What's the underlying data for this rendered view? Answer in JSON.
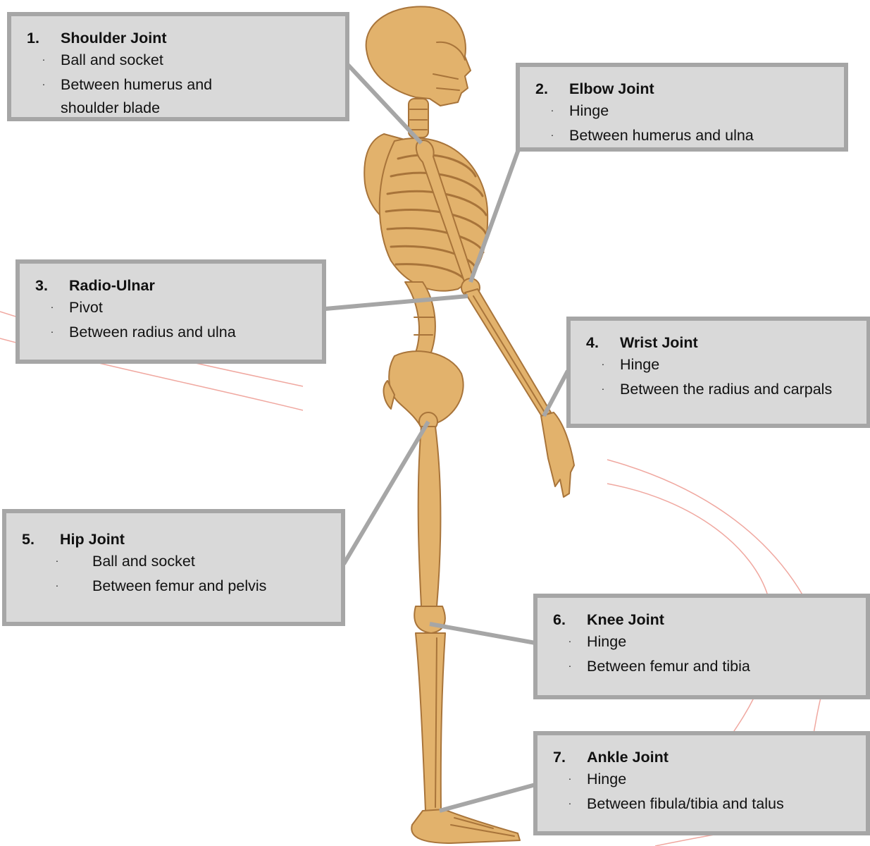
{
  "joints": [
    {
      "number": "1.",
      "title": "Shoulder Joint",
      "points": [
        "Ball and socket",
        "Between humerus and shoulder blade"
      ]
    },
    {
      "number": "2.",
      "title": "Elbow Joint",
      "points": [
        "Hinge",
        "Between humerus and ulna"
      ]
    },
    {
      "number": "3.",
      "title": "Radio-Ulnar",
      "points": [
        "Pivot",
        "Between radius and ulna"
      ]
    },
    {
      "number": "4.",
      "title": "Wrist Joint",
      "points": [
        "Hinge",
        "Between the radius and carpals"
      ]
    },
    {
      "number": "5.",
      "title": "Hip Joint",
      "points": [
        "Ball and socket",
        "Between femur and pelvis"
      ]
    },
    {
      "number": "6.",
      "title": "Knee Joint",
      "points": [
        "Hinge",
        "Between femur and tibia"
      ]
    },
    {
      "number": "7.",
      "title": "Ankle Joint",
      "points": [
        "Hinge",
        "Between fibula/tibia and talus"
      ]
    }
  ],
  "bullet_glyph": "·",
  "colors": {
    "box_fill": "#d9d9d9",
    "box_border": "#a6a6a6",
    "leader_line": "#a6a6a6",
    "bone": "#e2b26c",
    "bone_outline": "#a8743a",
    "decor_arc": "#f0a8a0"
  }
}
